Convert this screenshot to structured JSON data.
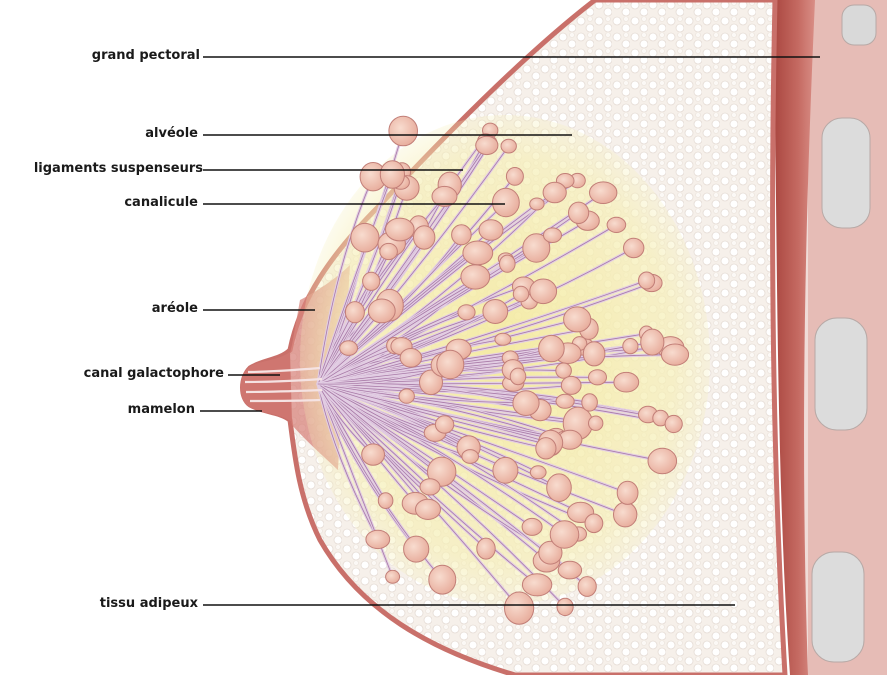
{
  "labels": {
    "grand_pectoral": "grand pectoral",
    "alveole": "alvéole",
    "ligaments": "ligaments suspenseurs",
    "canalicule": "canalicule",
    "areole": "aréole",
    "canal_galactophore": "canal galactophore",
    "mamelon": "mamelon",
    "tissu_adipeux": "tissu adipeux"
  },
  "colors": {
    "skin": "#c9706a",
    "muscle": "#b85a55",
    "muscle_light": "#e8b8b2",
    "fat": "#f4ece6",
    "gland_zone": "#f6efb8",
    "lobule": "#f0c4b6",
    "duct": "#e5d4e6",
    "bone": "#dcdcdc",
    "leader_line": "#111111"
  }
}
